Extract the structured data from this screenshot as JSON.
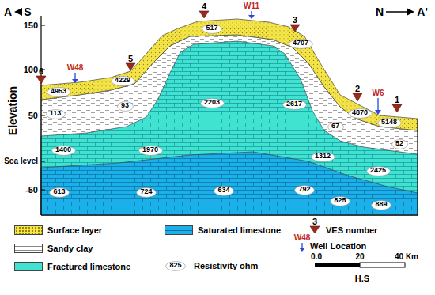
{
  "diagram": {
    "nodes": [
      {
        "text": [
          "4953"
        ]
      },
      {
        "text": [
          "4229"
        ]
      },
      {
        "text": [
          "517"
        ]
      },
      {
        "text": [
          "4707"
        ]
      },
      {
        "text": [
          "4870"
        ]
      },
      {
        "text": [
          "5148"
        ]
      },
      {
        "text": [
          "113"
        ]
      },
      {
        "text": [
          "93"
        ]
      },
      {
        "text": [
          "67"
        ]
      },
      {
        "text": [
          "52"
        ]
      },
      {
        "text": [
          "2203"
        ]
      },
      {
        "text": [
          "2617"
        ]
      },
      {
        "text": [
          "1400"
        ]
      },
      {
        "text": [
          "1970"
        ]
      },
      {
        "text": [
          "1312"
        ]
      },
      {
        "text": [
          "2425"
        ]
      },
      {
        "text": [
          "613"
        ]
      },
      {
        "text": [
          "724"
        ]
      },
      {
        "text": [
          "634"
        ]
      },
      {
        "text": [
          "792"
        ]
      },
      {
        "text": [
          "825"
        ]
      },
      {
        "text": [
          "889"
        ]
      },
      {
        "text": [
          "825"
        ]
      }
    ],
    "labels": [
      "A",
      "S",
      "N",
      "A'",
      "Elevation",
      "150",
      "100",
      "50",
      "Sea level",
      "-50",
      "6",
      "5",
      "4",
      "3",
      "2",
      "1",
      "W48",
      "W11",
      "W6",
      "3",
      "W48",
      "0.0",
      "20",
      "40 Km",
      "H.S"
    ],
    "legend": [
      {
        "text": "Surface layer",
        "color": "#f4e64a"
      },
      {
        "text": "Sandy clay",
        "color": "#ffffff"
      },
      {
        "text": "Fractured limestone",
        "color": "#3fe3cf"
      },
      {
        "text": "Saturated limestone",
        "color": "#1cb0ea"
      },
      {
        "text": "VES number"
      },
      {
        "text": "Well Location"
      },
      {
        "text": "Resistivity ohm"
      }
    ]
  }
}
